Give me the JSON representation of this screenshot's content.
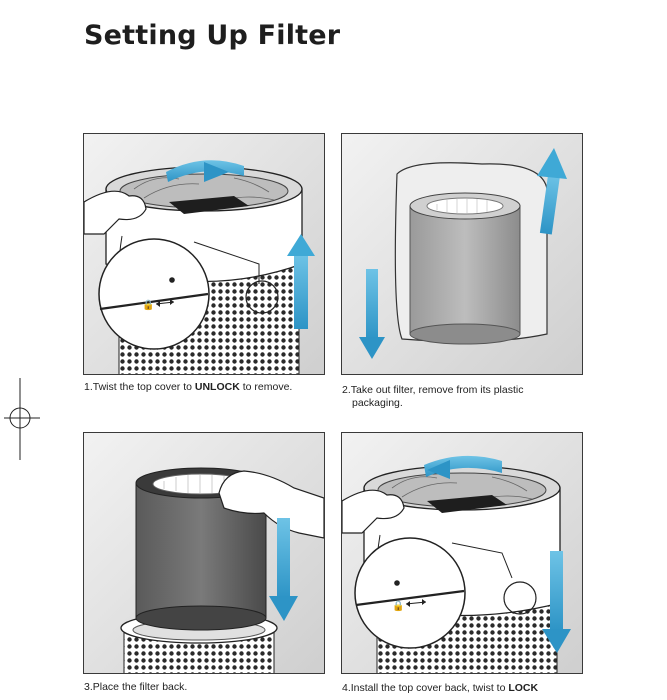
{
  "page_title": "Setting Up Filter",
  "steps": [
    {
      "pre": "1.Twist the top cover to ",
      "bold": "UNLOCK",
      "post": " to remove."
    },
    {
      "line1": "2.Take out filter, remove from its plastic",
      "line2": "packaging."
    },
    {
      "text": "3.Place the filter back."
    },
    {
      "pre": "4.Install the top cover back, twist to ",
      "bold": "LOCK",
      "post": ""
    }
  ],
  "colors": {
    "accent": "#3fa9d6",
    "frame": "#3a3a3a",
    "panel_bg": "#e6e6e6"
  }
}
